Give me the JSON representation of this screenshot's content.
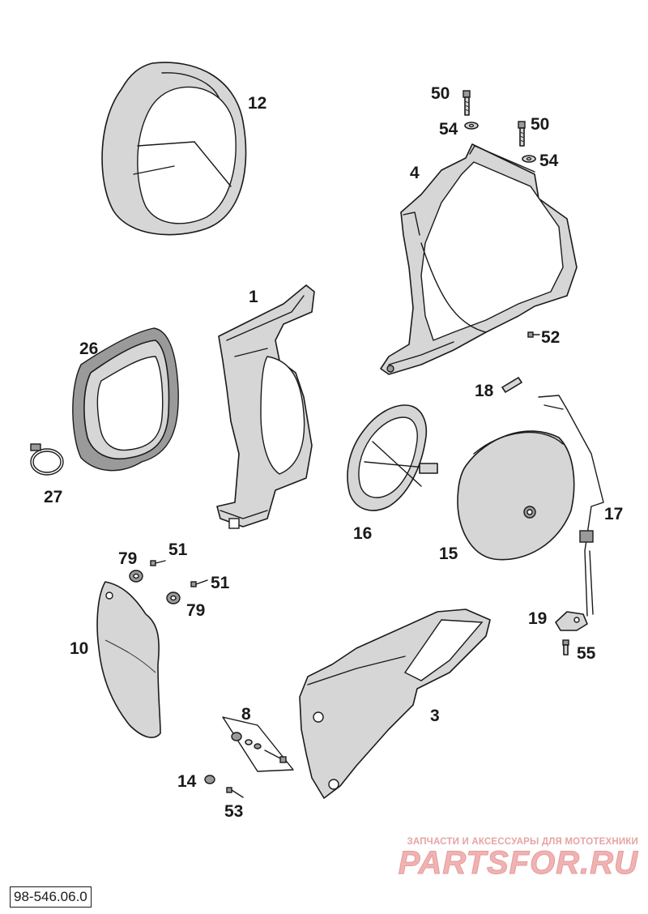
{
  "document_number": "98-546.06.0",
  "watermark": {
    "top_line": "ЗАПЧАСТИ И АКСЕССУАРЫ ДЛЯ МОТОТЕХНИКИ",
    "brand": "PARTSFOR.RU"
  },
  "callouts": {
    "part_12": "12",
    "part_50a": "50",
    "part_54a": "54",
    "part_50b": "50",
    "part_54b": "54",
    "part_4": "4",
    "part_1": "1",
    "part_52": "52",
    "part_26": "26",
    "part_18": "18",
    "part_17": "17",
    "part_27": "27",
    "part_16": "16",
    "part_15": "15",
    "part_79a": "79",
    "part_51a": "51",
    "part_51b": "51",
    "part_79b": "79",
    "part_10": "10",
    "part_19": "19",
    "part_55": "55",
    "part_3": "3",
    "part_8": "8",
    "part_14": "14",
    "part_53": "53"
  }
}
